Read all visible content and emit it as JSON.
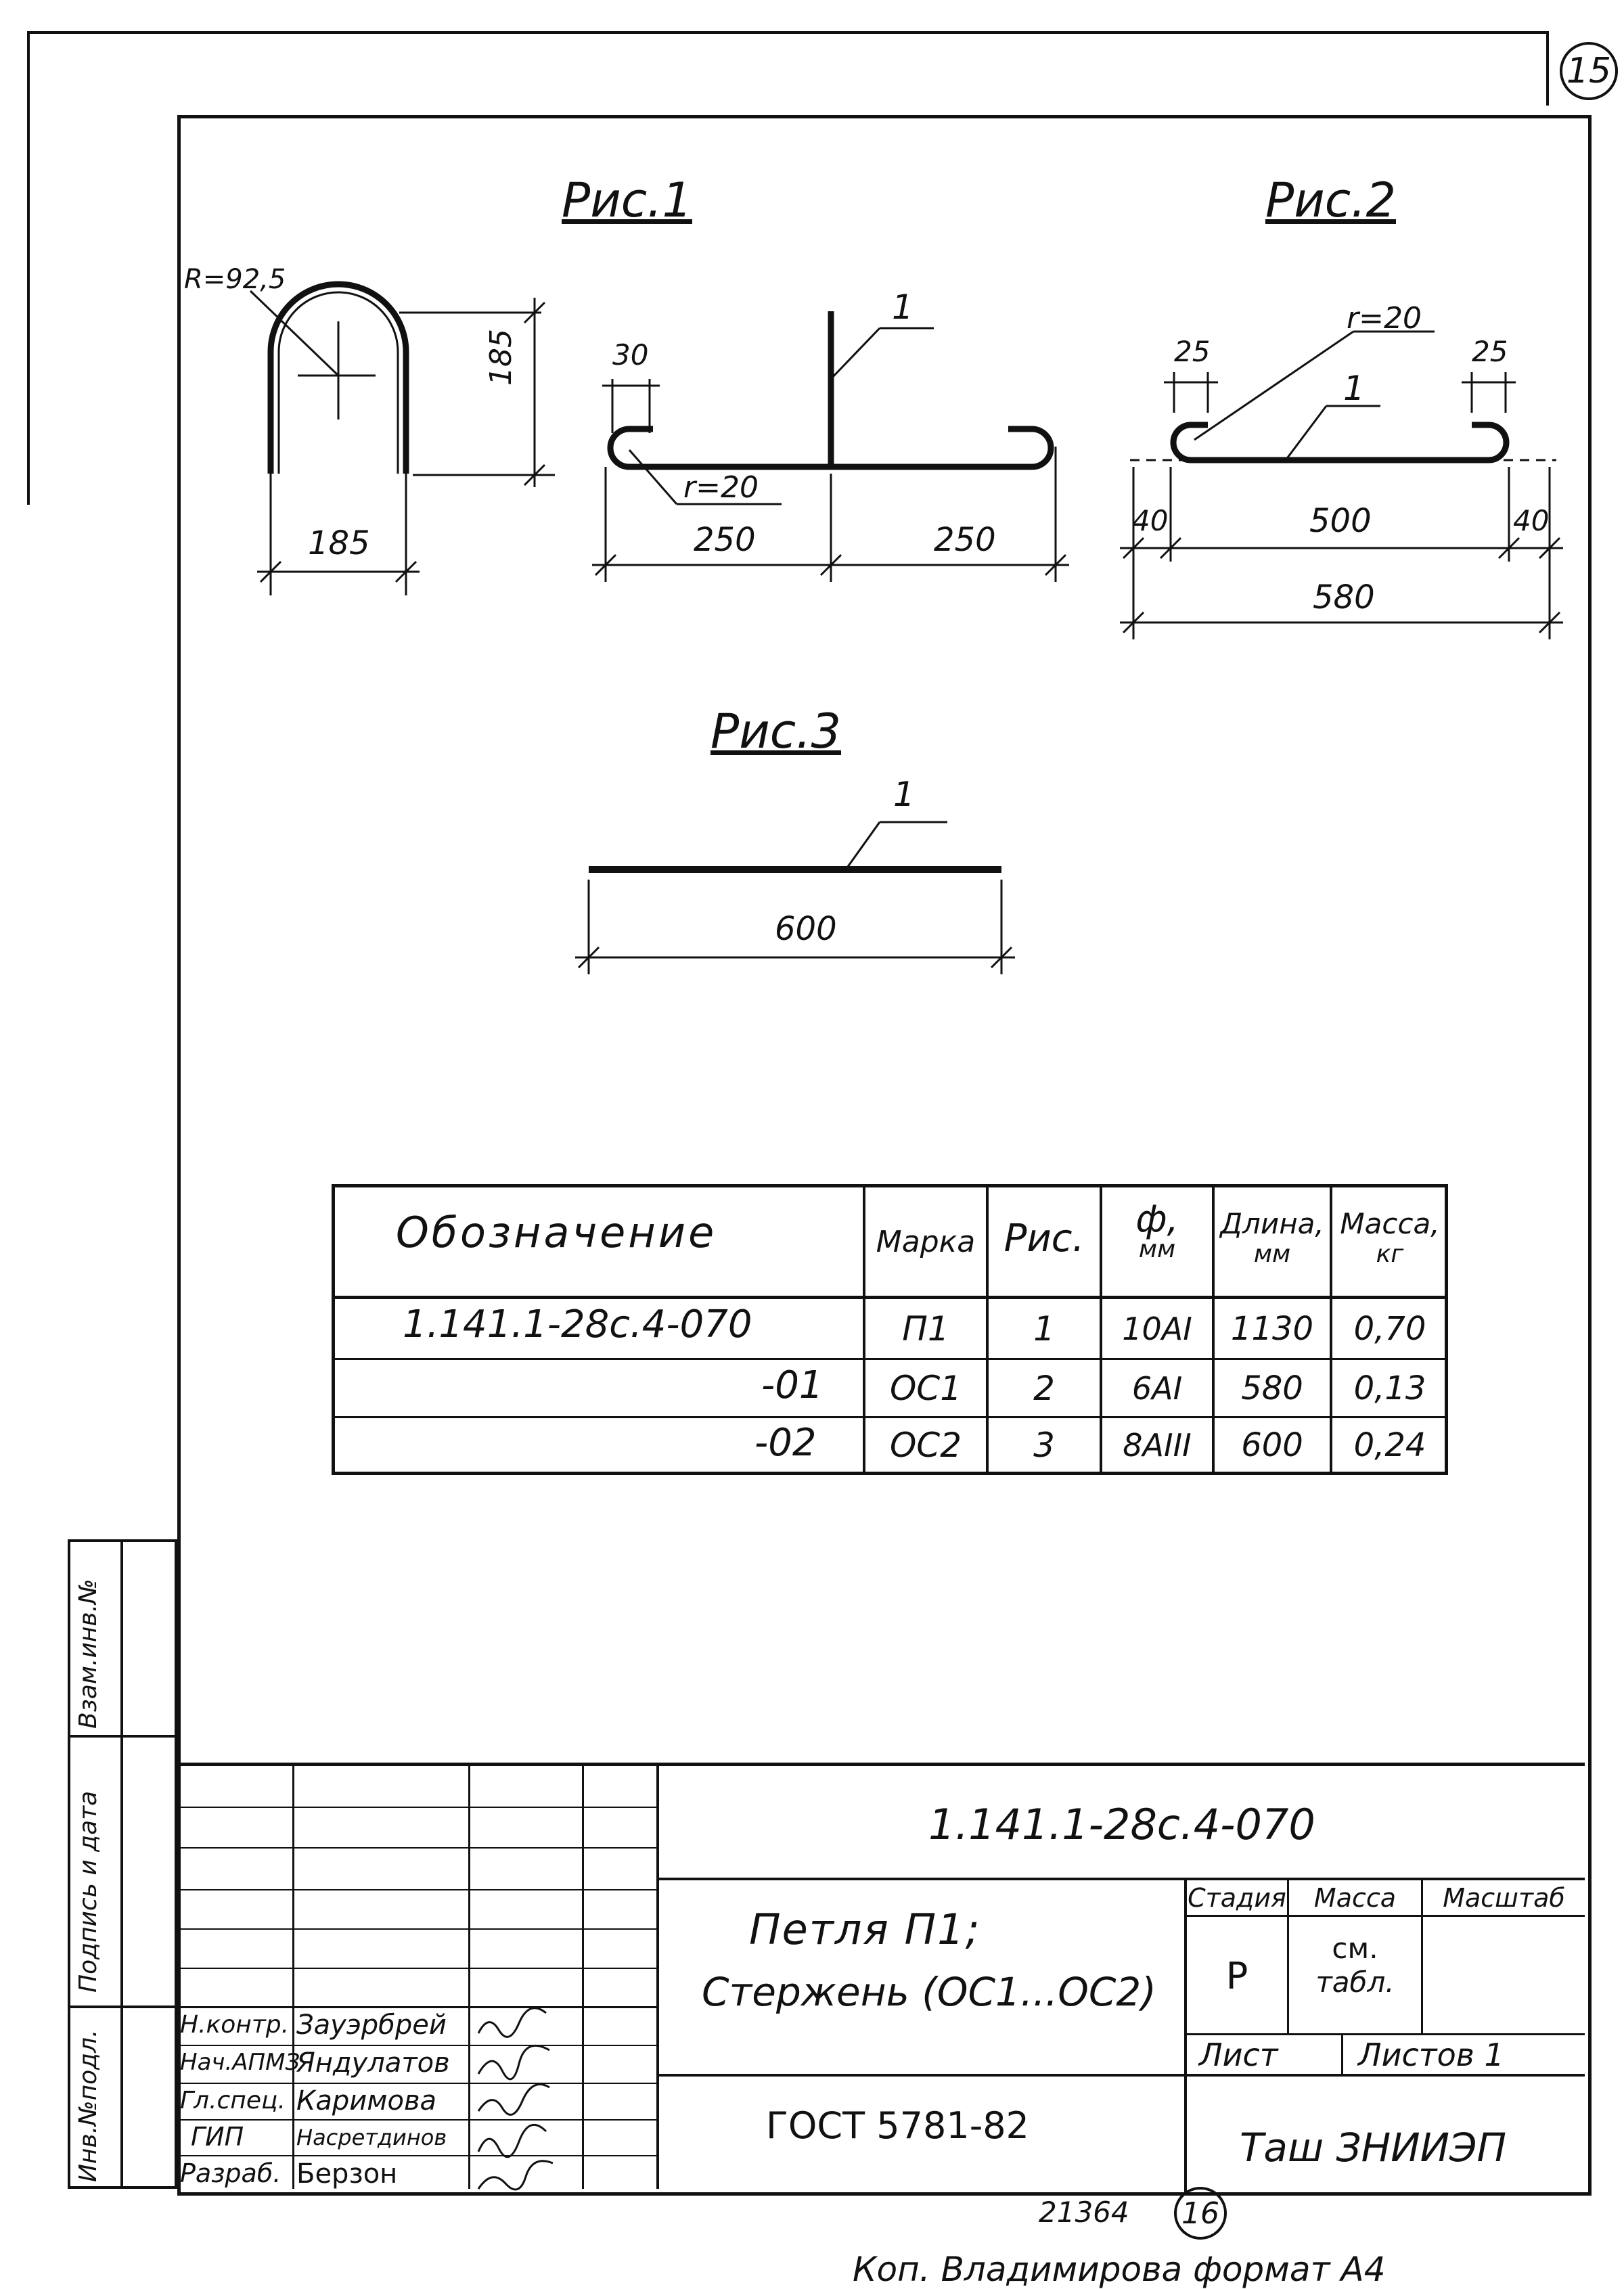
{
  "sheet_number_top": "15",
  "figures": {
    "fig1": {
      "title": "Рис.1",
      "radius_label": "R=92,5",
      "height_label": "185",
      "width_label": "185",
      "callout": "1",
      "dim_hook": "30",
      "hook_radius": "r=20",
      "dim_left": "250",
      "dim_right": "250"
    },
    "fig2": {
      "title": "Рис.2",
      "hook_radius": "r=20",
      "callout": "1",
      "dim_hook_left": "25",
      "dim_hook_right": "25",
      "dim_end_left": "40",
      "dim_mid": "500",
      "dim_end_right": "40",
      "dim_total": "580"
    },
    "fig3": {
      "title": "Рис.3",
      "callout": "1",
      "dim_length": "600"
    }
  },
  "spec_table": {
    "headers": {
      "designation": "Обозначение",
      "mark": "Марка",
      "fig": "Рис.",
      "diameter": "ф,",
      "diameter_unit": "мм",
      "length": "Длина,",
      "length_unit": "мм",
      "mass": "Масса,",
      "mass_unit": "кг"
    },
    "rows": [
      {
        "designation": "1.141.1-28с.4-070",
        "mark": "П1",
        "fig": "1",
        "diameter": "10АI",
        "length": "1130",
        "mass": "0,70"
      },
      {
        "designation": "-01",
        "mark": "ОС1",
        "fig": "2",
        "diameter": "6АI",
        "length": "580",
        "mass": "0,13"
      },
      {
        "designation": "-02",
        "mark": "ОС2",
        "fig": "3",
        "diameter": "8АIII",
        "length": "600",
        "mass": "0,24"
      }
    ]
  },
  "left_margin": {
    "vzam_inv": "Взам.инв.№",
    "podpis_data": "Подпись и дата",
    "inv_podl": "Инв.№подл."
  },
  "title_block": {
    "code": "1.141.1-28с.4-070",
    "name_line1": "Петля П1;",
    "name_line2": "Стержень (ОС1...ОС2)",
    "stage_label": "Стадия",
    "mass_label": "Масса",
    "scale_label": "Масштаб",
    "stage_value": "Р",
    "mass_value_line1": "см.",
    "mass_value_line2": "табл.",
    "sheet_label": "Лист",
    "sheets_label": "Листов 1",
    "standard": "ГОСТ 5781-82",
    "organization": "Таш ЗНИИЭП",
    "signatures": [
      {
        "role": "Н.контр.",
        "name": "Зауэрбрей"
      },
      {
        "role": "Нач.АПМЗ",
        "name": "Яндулатов"
      },
      {
        "role": "Гл.спец.",
        "name": "Каримова"
      },
      {
        "role": "ГИП",
        "name": "Насретдинов"
      },
      {
        "role": "Разраб.",
        "name": "Берзон"
      }
    ]
  },
  "bottom": {
    "number": "21364",
    "page": "16",
    "note": "Коп. Владимирова  формат А4"
  }
}
